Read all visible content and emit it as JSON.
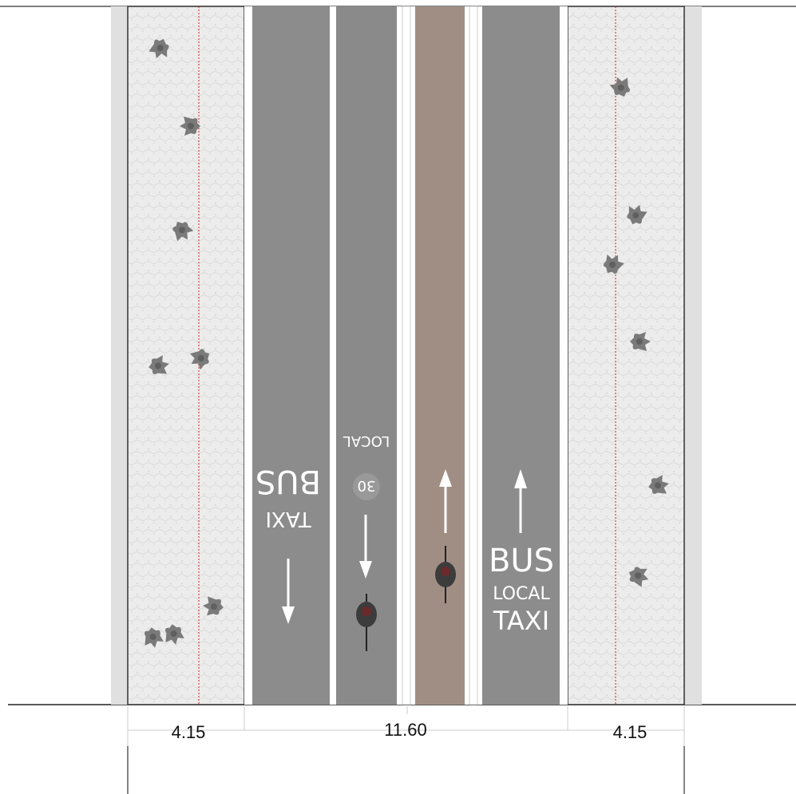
{
  "dimensions": {
    "left_sidewalk": "4.15",
    "roadway": "11.60",
    "right_sidewalk": "4.15"
  },
  "lanes": {
    "left_bus_lane": {
      "line1": "BUS",
      "line2": "TAXI"
    },
    "local_lane": {
      "speed_limit": "30",
      "label": "LOCAL"
    },
    "right_bus_lane": {
      "line1": "BUS",
      "line2": "LOCAL",
      "line3": "TAXI"
    }
  },
  "colors": {
    "asphalt": "#8c8c8c",
    "bike_lane": "#a08e85",
    "sidewalk": "#ebebeb",
    "curb": "#dcdcdc",
    "building_line": "#cc2222",
    "marking": "#ffffff"
  },
  "icons": {
    "pedestrian": "pedestrian-icon",
    "cyclist": "cyclist-icon",
    "arrow": "direction-arrow-icon"
  }
}
